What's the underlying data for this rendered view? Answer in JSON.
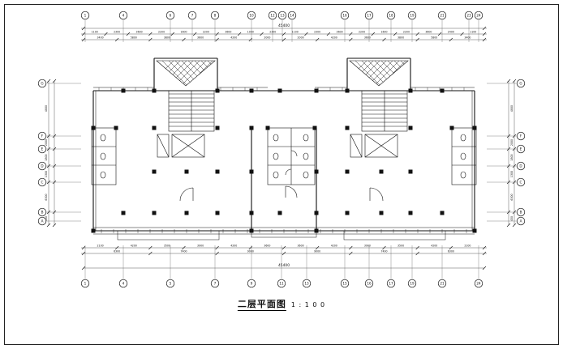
{
  "sheet": {
    "title": "二层平面图",
    "scale": "1 : 1 0 0"
  },
  "axes": {
    "top": [
      "1",
      "4",
      "6",
      "7",
      "8",
      "10",
      "12",
      "13",
      "14",
      "16",
      "17",
      "18",
      "19",
      "21",
      "23",
      "24"
    ],
    "bottom": [
      "1",
      "4",
      "5",
      "7",
      "9",
      "11",
      "13",
      "15",
      "16",
      "17",
      "19",
      "21",
      "24"
    ],
    "left": [
      "G",
      "F",
      "E",
      "D",
      "C",
      "B",
      "A"
    ],
    "right": [
      "G",
      "F",
      "E",
      "D",
      "C",
      "B",
      "A"
    ]
  },
  "dims": {
    "top_row1": [
      "1100",
      "2300",
      "3600",
      "2200",
      "1600",
      "2200",
      "3600",
      "1000",
      "2300",
      "1100",
      "2300",
      "3600",
      "2200",
      "1600",
      "2200",
      "3600",
      "2400",
      "1100"
    ],
    "top_row2": [
      "3400",
      "5800",
      "3800",
      "3600",
      "4200",
      "2000",
      "2000",
      "4200",
      "3600",
      "3800",
      "5800",
      "3400"
    ],
    "top_total": "45400",
    "bottom_row1": [
      "2100",
      "4200",
      "3500",
      "3900",
      "4200",
      "3600",
      "3600",
      "4200",
      "3900",
      "3500",
      "4200",
      "2100"
    ],
    "bottom_row2": [
      "6300",
      "7400",
      "9000",
      "9000",
      "7400",
      "6300"
    ],
    "bottom_total": "45400",
    "left_col": [
      "4800",
      "2000",
      "1800",
      "1300",
      "6300",
      "450"
    ],
    "right_col": [
      "4800",
      "2000",
      "1800",
      "1300",
      "6300",
      "450"
    ]
  }
}
